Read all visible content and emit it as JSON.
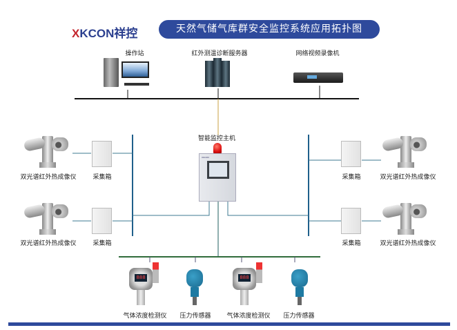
{
  "header": {
    "logo_mark": "X",
    "logo_text": "KCON",
    "logo_cn": "祥控",
    "title": "天然气储气库群安全监控系统应用拓扑图"
  },
  "top_devices": [
    {
      "label": "操作站",
      "icon": "workstation-icon"
    },
    {
      "label": "红外测温诊断服务器",
      "icon": "server-icon"
    },
    {
      "label": "网络视频录像机",
      "icon": "nvr-icon"
    }
  ],
  "host": {
    "label": "智能监控主机",
    "display": ""
  },
  "left_devices": [
    {
      "camera": "双光谱红外热成像仪",
      "box": "采集箱"
    },
    {
      "camera": "双光谱红外热成像仪",
      "box": "采集箱"
    }
  ],
  "right_devices": [
    {
      "camera": "双光谱红外热成像仪",
      "box": "采集箱"
    },
    {
      "camera": "双光谱红外热成像仪",
      "box": "采集箱"
    }
  ],
  "bottom_devices": [
    {
      "label": "气体浓度检测仪",
      "reading": "888"
    },
    {
      "label": "压力传感器"
    },
    {
      "label": "气体浓度检测仪",
      "reading": "888"
    },
    {
      "label": "压力传感器"
    }
  ],
  "colors": {
    "accent": "#2e4a9c",
    "bus_top": "#111111",
    "bus_side": "#1f5f8b",
    "bus_bottom": "#2f6b3a",
    "link": "#c8a040"
  }
}
